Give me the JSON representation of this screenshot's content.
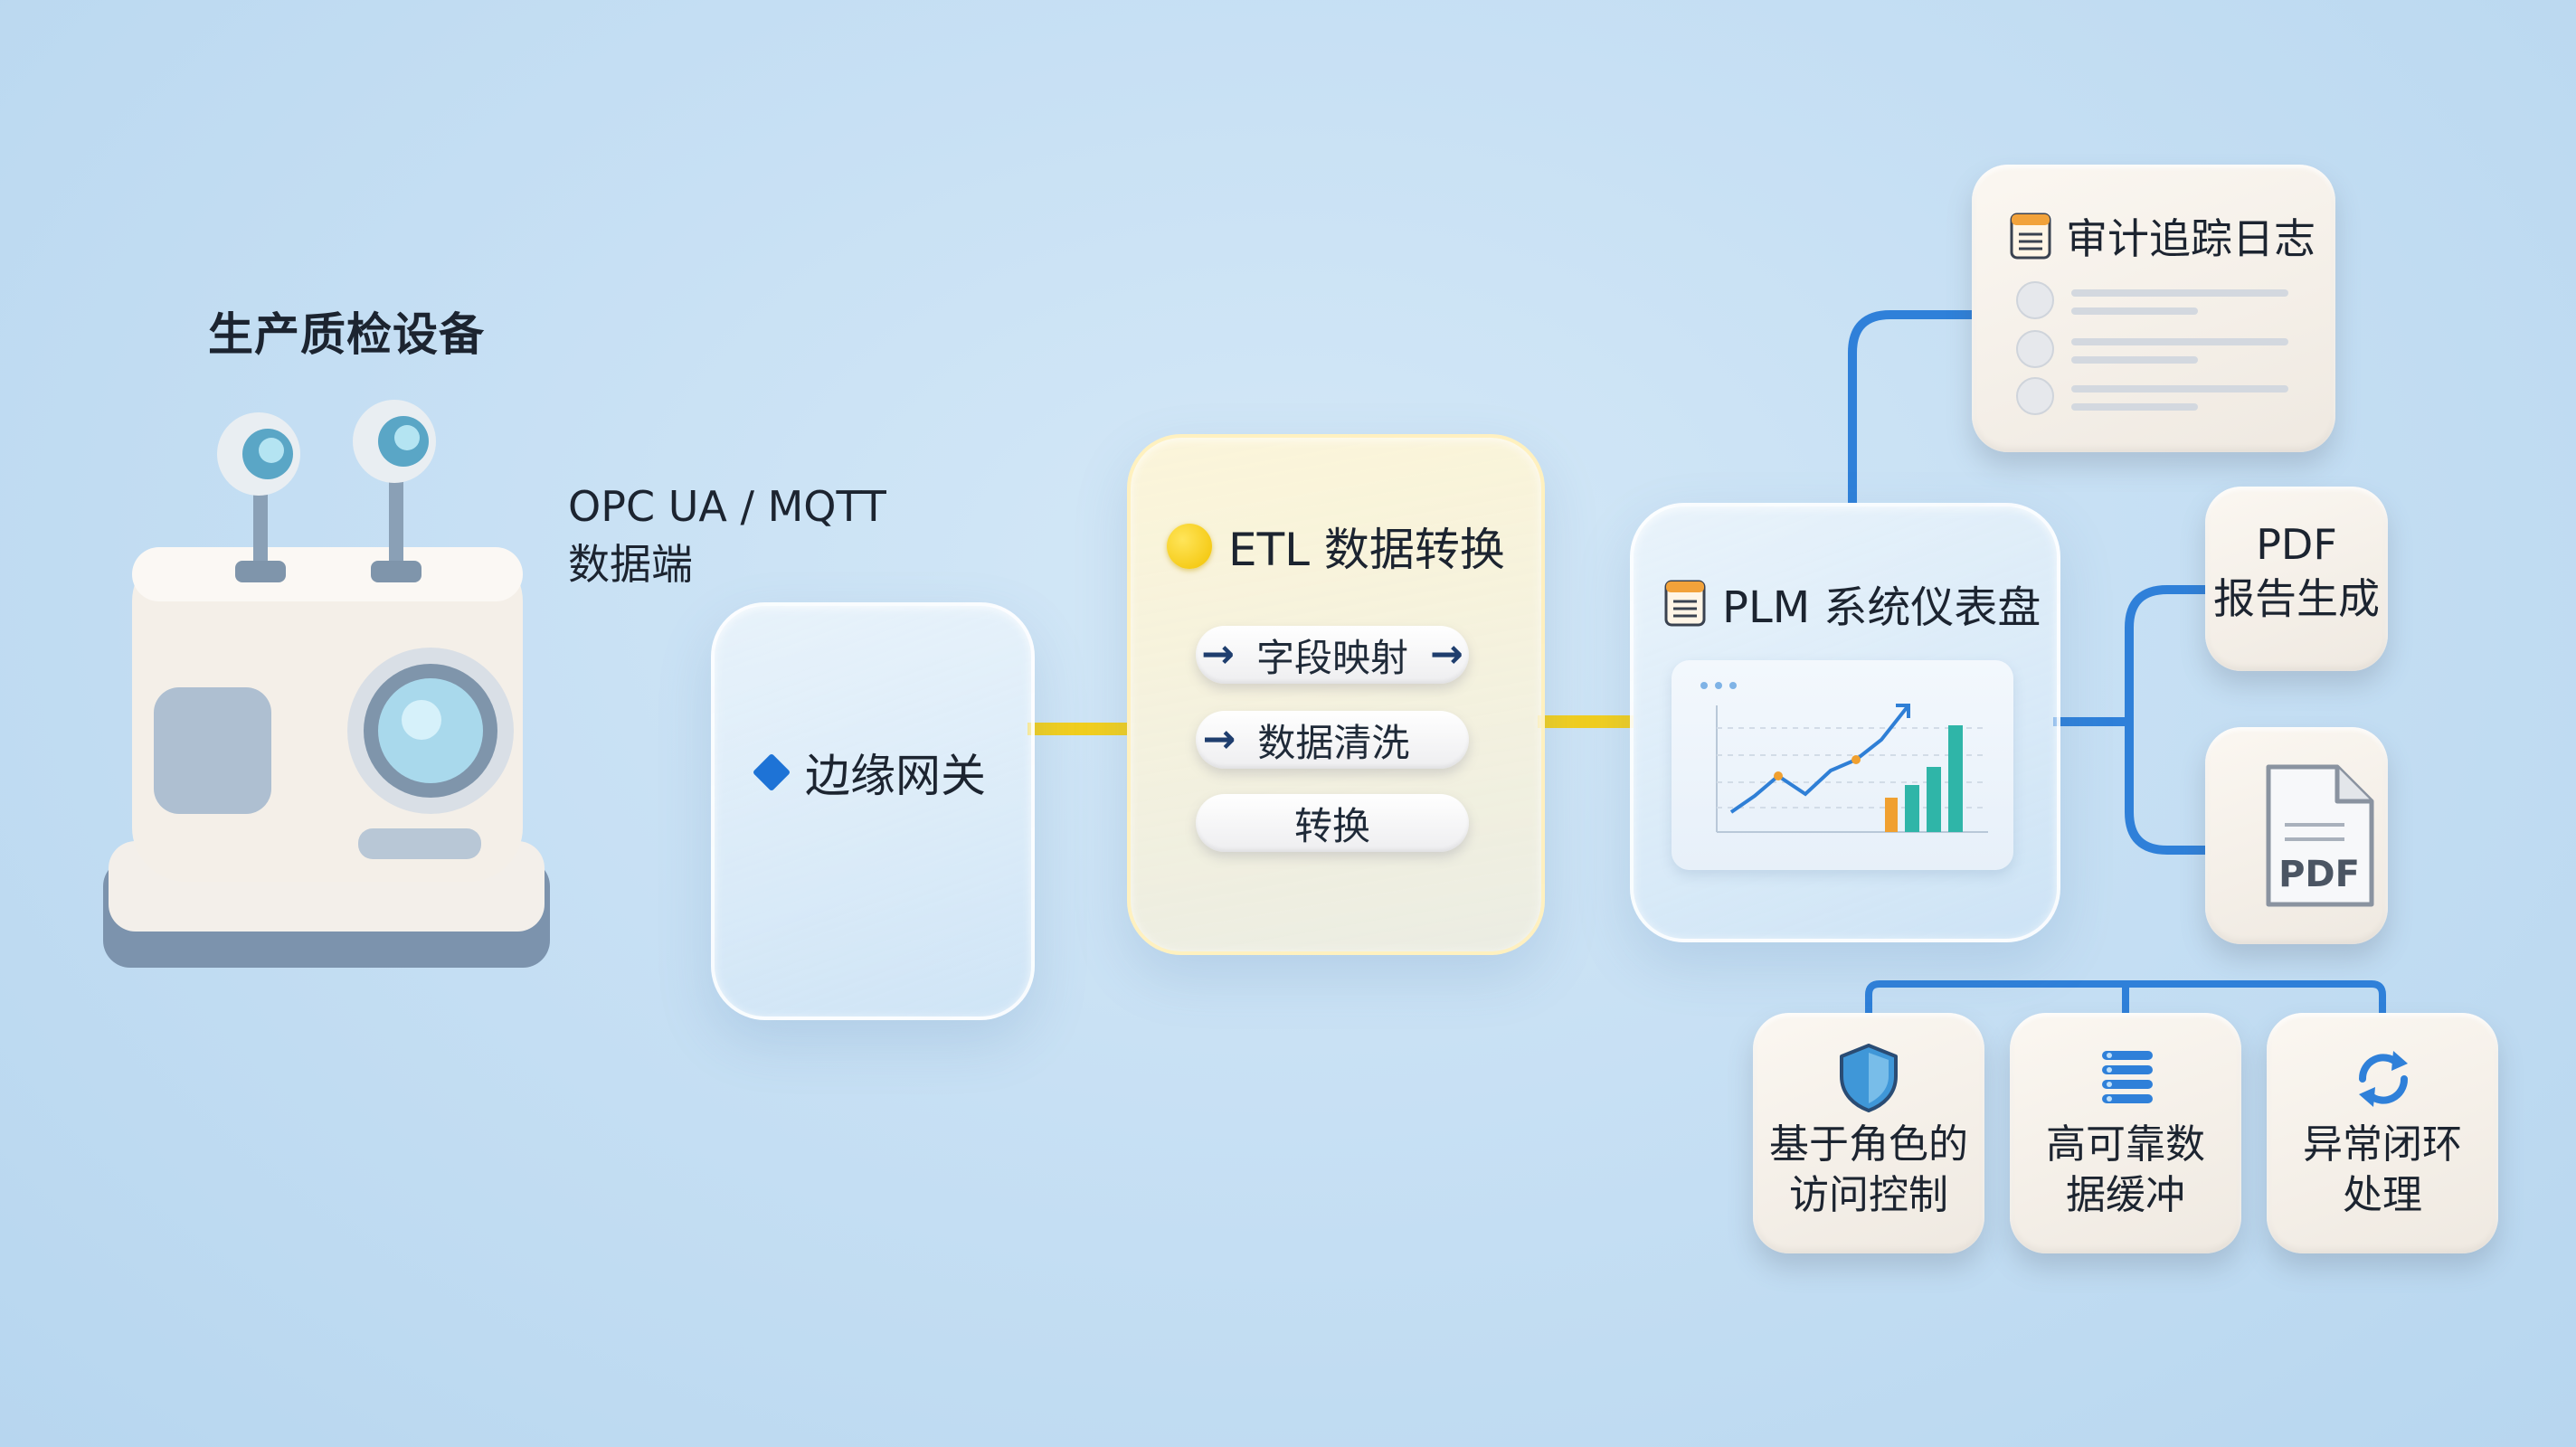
{
  "device": {
    "title": "生产质检设备",
    "protocol_line1": "OPC UA / MQTT",
    "protocol_line2": "数据端"
  },
  "gateway": {
    "label": "边缘网关"
  },
  "etl": {
    "title": "ETL 数据转换",
    "steps": [
      "字段映射",
      "数据清洗",
      "转换"
    ]
  },
  "plm": {
    "title": "PLM 系统仪表盘"
  },
  "outputs": {
    "audit": "审计追踪日志",
    "pdf_line1": "PDF",
    "pdf_line2": "报告生成",
    "pdf_icon_text": "PDF"
  },
  "features": {
    "security": [
      "基于角色的",
      "访问控制"
    ],
    "buffer": [
      "高可靠数",
      "据缓冲"
    ],
    "exception": [
      "异常闭环",
      "处理"
    ]
  },
  "colors": {
    "cyan_link": "#35d6f2",
    "yellow_link": "#f2cf1e",
    "blue_link": "#2f80d9",
    "accent_blue": "#1e73d6"
  }
}
